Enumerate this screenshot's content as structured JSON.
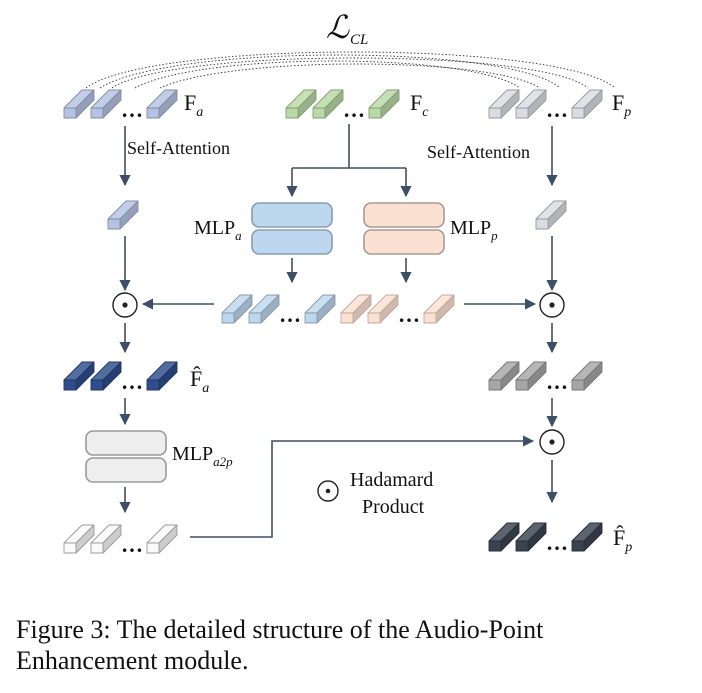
{
  "diagram": {
    "loss": {
      "symbol": "ℒ",
      "subscript": "CL"
    },
    "features": {
      "audio": {
        "base": "F",
        "sub": "a"
      },
      "common": {
        "base": "F",
        "sub": "c"
      },
      "point": {
        "base": "F",
        "sub": "p"
      },
      "audio_enhanced": {
        "base": "F̂",
        "sub": "a"
      },
      "point_enhanced": {
        "base": "F̂",
        "sub": "p"
      }
    },
    "ops": {
      "self_attention_left": "Self-Attention",
      "self_attention_right": "Self-Attention",
      "mlp_audio": {
        "base": "MLP",
        "sub": "a"
      },
      "mlp_point": {
        "base": "MLP",
        "sub": "p"
      },
      "mlp_a2p": {
        "base": "MLP",
        "sub": "a2p"
      },
      "hadamard_symbol": "⊙"
    },
    "legend": {
      "line1": "Hadamard",
      "line2": "Product"
    },
    "ellipsis": "…",
    "colors": {
      "audio": "#b4c3e3",
      "common": "#b9d9a5",
      "point": "#d9dce2",
      "mlp_audio": "#bdd7ee",
      "mlp_point": "#fbe1d2",
      "mlp_a2p": "#eeeeee",
      "audio_enhanced": "#2e4d8c",
      "point_mid": "#a6a6a6",
      "point_enhanced": "#3a4250",
      "outline_gray": "#9a9a9a"
    }
  },
  "caption": "Figure 3: The detailed structure of the Audio-Point Enhancement module."
}
